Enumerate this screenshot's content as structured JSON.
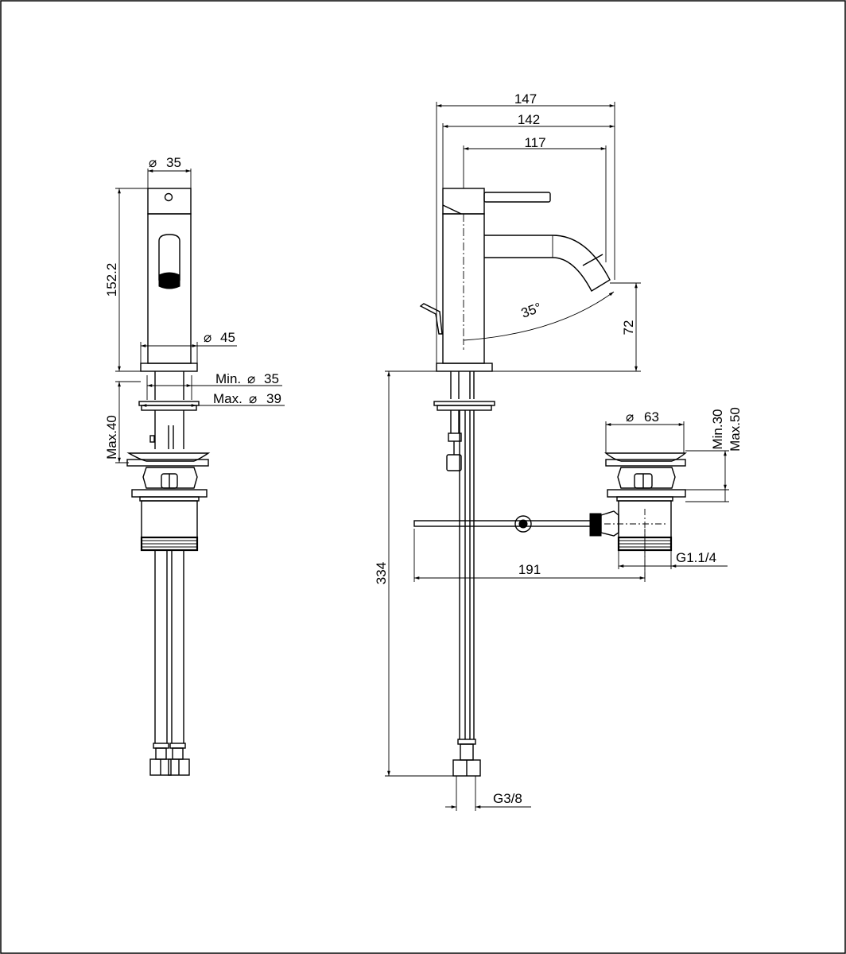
{
  "front_view": {
    "dia_top": "35",
    "height_body": "152.2",
    "dia_base": "45",
    "hole_min": "Min.",
    "hole_min_val": "35",
    "hole_max": "Max.",
    "hole_max_val": "39",
    "deck_max": "Max.40"
  },
  "side_view": {
    "width_total": "147",
    "width_mid": "142",
    "width_spout": "117",
    "angle": "35°",
    "outlet_height": "72",
    "total_height": "334",
    "inlet_thread": "G3/8"
  },
  "waste": {
    "dia": "63",
    "min": "Min.30",
    "max": "Max.50",
    "rod_length": "191",
    "thread": "G1.1/4"
  },
  "symbols": {
    "diameter": "⌀"
  }
}
